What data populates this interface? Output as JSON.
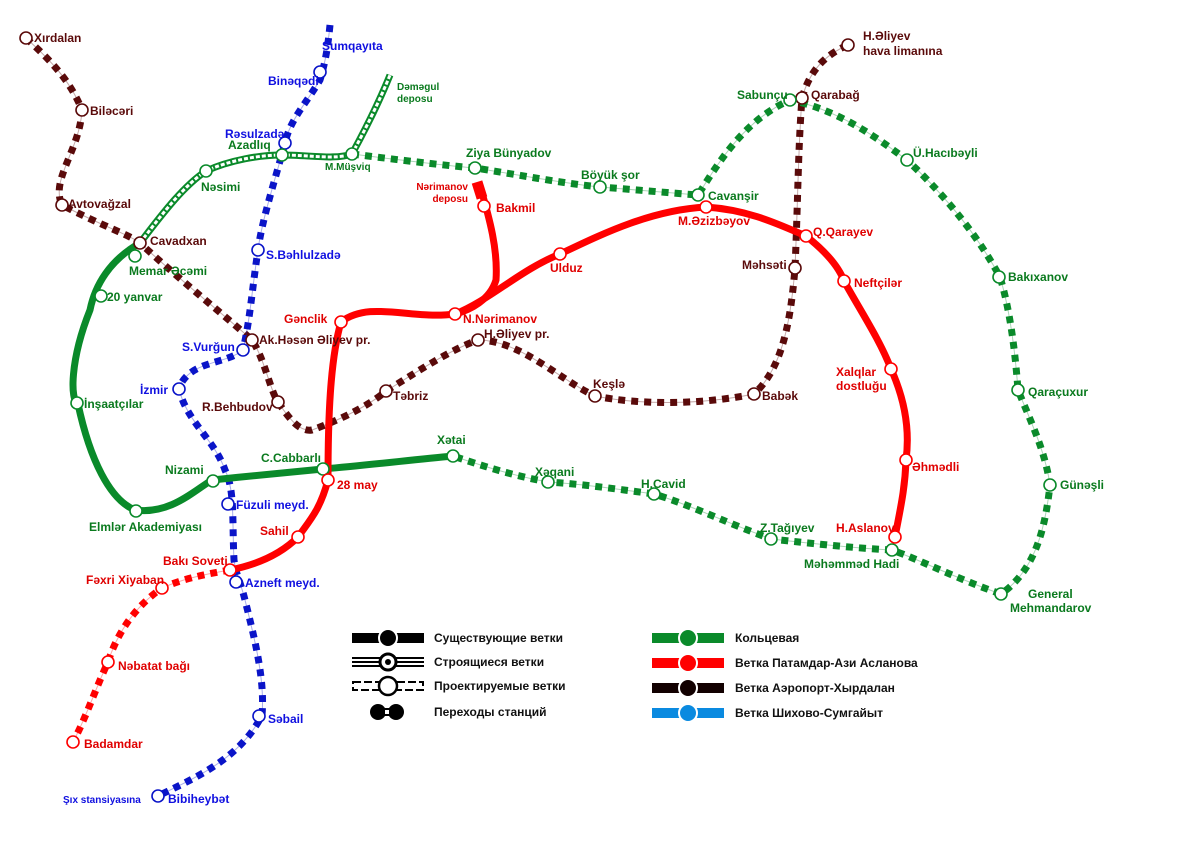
{
  "colors": {
    "green": "#0a8a2a",
    "red": "#ff0000",
    "maroon": "#5a0a0a",
    "blue": "#0a14c8",
    "green_text": "#0a7a1e",
    "red_text": "#e00000",
    "maroon_text": "#5a0a0a",
    "blue_text": "#1010e0",
    "legend_black": "#000000",
    "legend_green": "#0a8a2a",
    "legend_red": "#ff0000",
    "legend_maroon": "#120000",
    "legend_blue": "#0a8ae0"
  },
  "stations": {
    "green": [
      "Nəsimi",
      "Azadlıq",
      "M.Müşviq",
      "Cavadxan",
      "Memar Əcəmi",
      "20 yanvar",
      "İnşaatçılar",
      "Elmlər Akademiyası",
      "Nizami",
      "C.Cabbarlı",
      "Xətai",
      "Xəqani",
      "H.Cavid",
      "Z.Tağıyev",
      "Məhəmməd Hadi",
      "General Mehmandarov",
      "Günəşli",
      "Qaraçuxur",
      "Bakıxanov",
      "Ü.Hacıbəyli",
      "Sabunçu",
      "Cavanşir",
      "Böyük şor",
      "Ziya Bünyadov"
    ],
    "red": [
      "Bakmil",
      "N.Nərimanov",
      "Gənclik",
      "28 may",
      "Sahil",
      "Bakı Soveti",
      "Ulduz",
      "M.Əzizbəyov",
      "Q.Qarayev",
      "Neftçilər",
      "Xalqlar dostluğu",
      "Əhmədli",
      "H.Aslanov",
      "Fəxri Xiyaban",
      "Nəbatat bağı",
      "Badamdar"
    ],
    "maroon": [
      "Xırdalan",
      "Biləcəri",
      "Avtovağzal",
      "Cavadxan",
      "Ak.Həsən Əliyev pr.",
      "R.Behbudov",
      "Təbriz",
      "H.Əliyev pr.",
      "Keşlə",
      "Babək",
      "Məhsəti",
      "Qarabağ",
      "H.Əliyev hava limanına"
    ],
    "blue": [
      "Sumqayıta",
      "Binəqədi",
      "Rəsulzadə",
      "S.Bəhlulzadə",
      "S.Vurğun",
      "İzmir",
      "Füzuli meyd.",
      "Azneft meyd.",
      "Səbail",
      "Bibiheybət",
      "Şıx stansiyasına"
    ]
  },
  "labels": {
    "xirdalan": "Xırdalan",
    "bilecari": "Biləcəri",
    "avtovagzal": "Avtovağzal",
    "cavadxan": "Cavadxan",
    "memar": "Memar Əcəmi",
    "nesimi": "Nəsimi",
    "azadliq": "Azadlıq",
    "resulzade": "Rəsulzadə",
    "sumqayita": "Sumqayıta",
    "bineqedi": "Binəqədi",
    "demegul1": "Dəməgul",
    "demegul2": "deposu",
    "musviq": "M.Müşviq",
    "ziya": "Ziya Bünyadov",
    "boyuk": "Böyük şor",
    "cavansir": "Cavanşir",
    "sabuncu": "Sabunçu",
    "qarabag": "Qarabağ",
    "airport1": "H.Əliyev",
    "airport2": "hava limanına",
    "haciyev": "Ü.Hacıbəyli",
    "nerdepo1": "Nərimanov",
    "nerdepo2": "deposu",
    "bakmil": "Bakmil",
    "ulduz": "Ulduz",
    "ezizbeyov": "M.Əzizbəyov",
    "qarayev": "Q.Qarayev",
    "mehseti": "Məhsəti",
    "neftciler": "Neftçilər",
    "bakixanov": "Bakıxanov",
    "behlulzade": "S.Bəhlulzadə",
    "yanvar": "20 yanvar",
    "genclik": "Gənclik",
    "nerimanov": "N.Nərimanov",
    "heliyevpr": "H.Əliyev pr.",
    "vurgun": "S.Vurğun",
    "akhesen": "Ak.Həsən Əliyev pr.",
    "izmir": "İzmir",
    "insaatcilar": "İnşaatçılar",
    "behbudov": "R.Behbudov",
    "tebriz": "Təbriz",
    "kesle": "Keşlə",
    "babek": "Babək",
    "xalqlar1": "Xalqlar",
    "xalqlar2": "dostluğu",
    "qaracuxur": "Qaraçuxur",
    "xetai": "Xətai",
    "nizami": "Nizami",
    "cabbarli": "C.Cabbarlı",
    "may28": "28 may",
    "xeqani": "Xəqani",
    "hcavid": "H.Cavid",
    "ehmedli": "Əhmədli",
    "gunesli": "Günəşli",
    "elmler": "Elmlər Akademiyası",
    "fuzuli": "Füzuli meyd.",
    "sahil": "Sahil",
    "ztagiyev": "Z.Tağıyev",
    "haslanov": "H.Aslanov",
    "mhadi": "Məhəmməd Hadi",
    "bakisoveti": "Bakı Soveti",
    "fexri": "Fəxri Xiyaban",
    "azneft": "Azneft meyd.",
    "mehmandarov1": "General",
    "mehmandarov2": "Mehmandarov",
    "nebatat": "Nəbatat bağı",
    "sebail": "Səbail",
    "badamdar": "Badamdar",
    "six": "Şıx stansiyasına",
    "bibiheybet": "Bibiheybət"
  },
  "legend": {
    "types": [
      {
        "label": "Существующие ветки",
        "style": "existing"
      },
      {
        "label": "Строящиеся ветки",
        "style": "construction"
      },
      {
        "label": "Проектируемые ветки",
        "style": "planned"
      },
      {
        "label": "Переходы станций",
        "style": "transfer"
      }
    ],
    "lines": [
      {
        "label": "Кольцевая",
        "color": "#0a8a2a"
      },
      {
        "label": "Ветка Патамдар-Ази Асланова",
        "color": "#ff0000"
      },
      {
        "label": "Ветка Аэропорт-Хырдалан",
        "color": "#120000"
      },
      {
        "label": "Ветка Шихово-Сумгайыт",
        "color": "#0a8ae0"
      }
    ]
  }
}
